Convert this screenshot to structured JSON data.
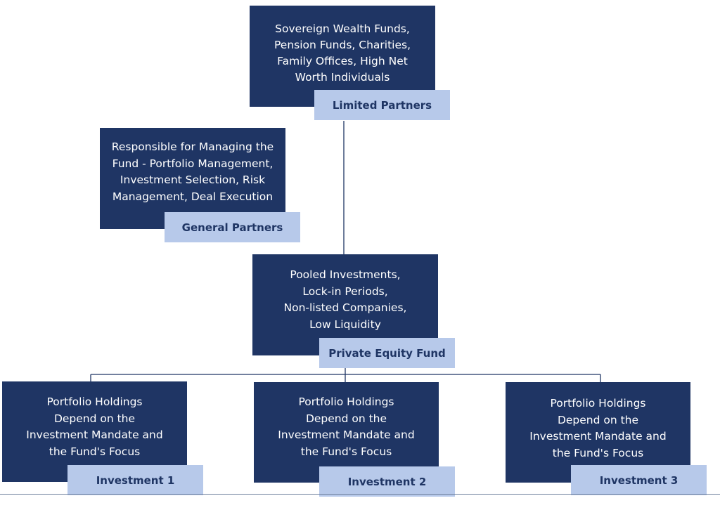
{
  "limited_partners": {
    "description": "Sovereign Wealth Funds,\nPension Funds, Charities,\nFamily Offices, High Net\nWorth Individuals",
    "label": "Limited Partners"
  },
  "general_partners": {
    "description": "Responsible for Managing the\nFund - Portfolio Management,\nInvestment Selection, Risk\nManagement, Deal Execution",
    "label": "General Partners"
  },
  "private_equity_fund": {
    "description": "Pooled Investments,\nLock-in Periods,\nNon-listed Companies,\nLow Liquidity",
    "label": "Private Equity Fund"
  },
  "investments": [
    {
      "description": "Portfolio Holdings\nDepend on the\nInvestment Mandate and\nthe Fund's Focus",
      "label": "Investment 1"
    },
    {
      "description": "Portfolio Holdings\nDepend on the\nInvestment Mandate and\nthe Fund's Focus",
      "label": "Investment 2"
    },
    {
      "description": "Portfolio Holdings\nDepend on the\nInvestment Mandate and\nthe Fund's Focus",
      "label": "Investment 3"
    }
  ],
  "colors": {
    "box_fill": "#1f3564",
    "label_fill": "#b7c9ea",
    "connector": "#1f3564"
  }
}
